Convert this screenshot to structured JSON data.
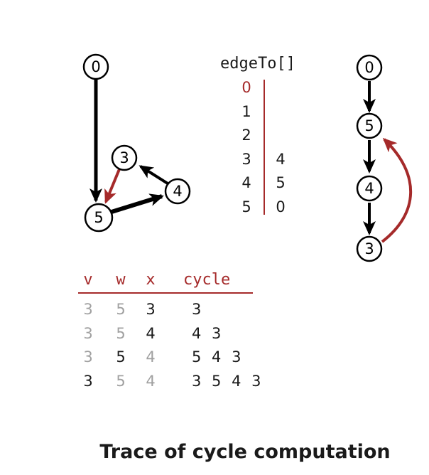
{
  "colors": {
    "black": "#000000",
    "red": "#a52a2a",
    "gray": "#a0a0a0",
    "text": "#1a1a1a"
  },
  "left_graph": {
    "nodes": [
      "0",
      "3",
      "4",
      "5"
    ],
    "edges": [
      {
        "from": "0",
        "to": "5",
        "style": "black"
      },
      {
        "from": "5",
        "to": "4",
        "style": "black"
      },
      {
        "from": "4",
        "to": "3",
        "style": "black"
      },
      {
        "from": "3",
        "to": "5",
        "style": "red"
      }
    ]
  },
  "edge_table": {
    "title": "edgeTo[]",
    "rows": [
      {
        "v": "0",
        "to": "",
        "highlight": true
      },
      {
        "v": "1",
        "to": ""
      },
      {
        "v": "2",
        "to": ""
      },
      {
        "v": "3",
        "to": "4"
      },
      {
        "v": "4",
        "to": "5"
      },
      {
        "v": "5",
        "to": "0"
      }
    ]
  },
  "right_graph": {
    "nodes": [
      "0",
      "5",
      "4",
      "3"
    ],
    "edges": [
      {
        "from": "0",
        "to": "5",
        "style": "black"
      },
      {
        "from": "5",
        "to": "4",
        "style": "black"
      },
      {
        "from": "4",
        "to": "3",
        "style": "black"
      },
      {
        "from": "3",
        "to": "5",
        "style": "red"
      }
    ]
  },
  "trace_table": {
    "headers": [
      "v",
      "w",
      "x",
      "cycle"
    ],
    "rows": [
      {
        "v": "3",
        "w": "5",
        "x": "3",
        "cycle": "3",
        "v_gray": true,
        "w_gray": true,
        "x_gray": false
      },
      {
        "v": "3",
        "w": "5",
        "x": "4",
        "cycle": "4 3",
        "v_gray": true,
        "w_gray": true,
        "x_gray": false
      },
      {
        "v": "3",
        "w": "5",
        "x": "4",
        "cycle": "5 4 3",
        "v_gray": true,
        "w_gray": false,
        "x_gray": true
      },
      {
        "v": "3",
        "w": "5",
        "x": "4",
        "cycle": "3 5 4 3",
        "v_gray": false,
        "w_gray": true,
        "x_gray": true
      }
    ]
  },
  "caption": "Trace of cycle computation"
}
